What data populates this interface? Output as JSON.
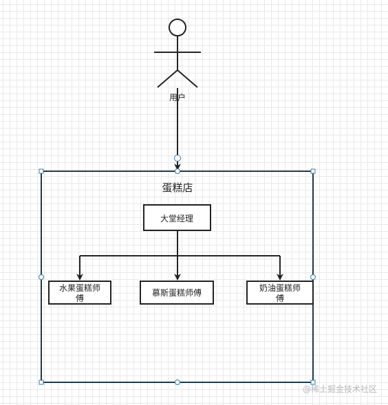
{
  "actor": {
    "label": "用户"
  },
  "container": {
    "title": "蛋糕店"
  },
  "manager": {
    "label": "大堂经理"
  },
  "workers": [
    {
      "line1": "水果蛋糕师",
      "line2": "傅"
    },
    {
      "line1": "慕斯蛋糕师傅",
      "line2": ""
    },
    {
      "line1": "奶油蛋糕师",
      "line2": "傅"
    }
  ],
  "watermark": {
    "text": "@稀土掘金技术社区"
  },
  "colors": {
    "stroke": "#222222",
    "container_stroke": "#1f3a4a",
    "handle_stroke": "#2a7fb5",
    "grid": "#e9e9e9"
  }
}
